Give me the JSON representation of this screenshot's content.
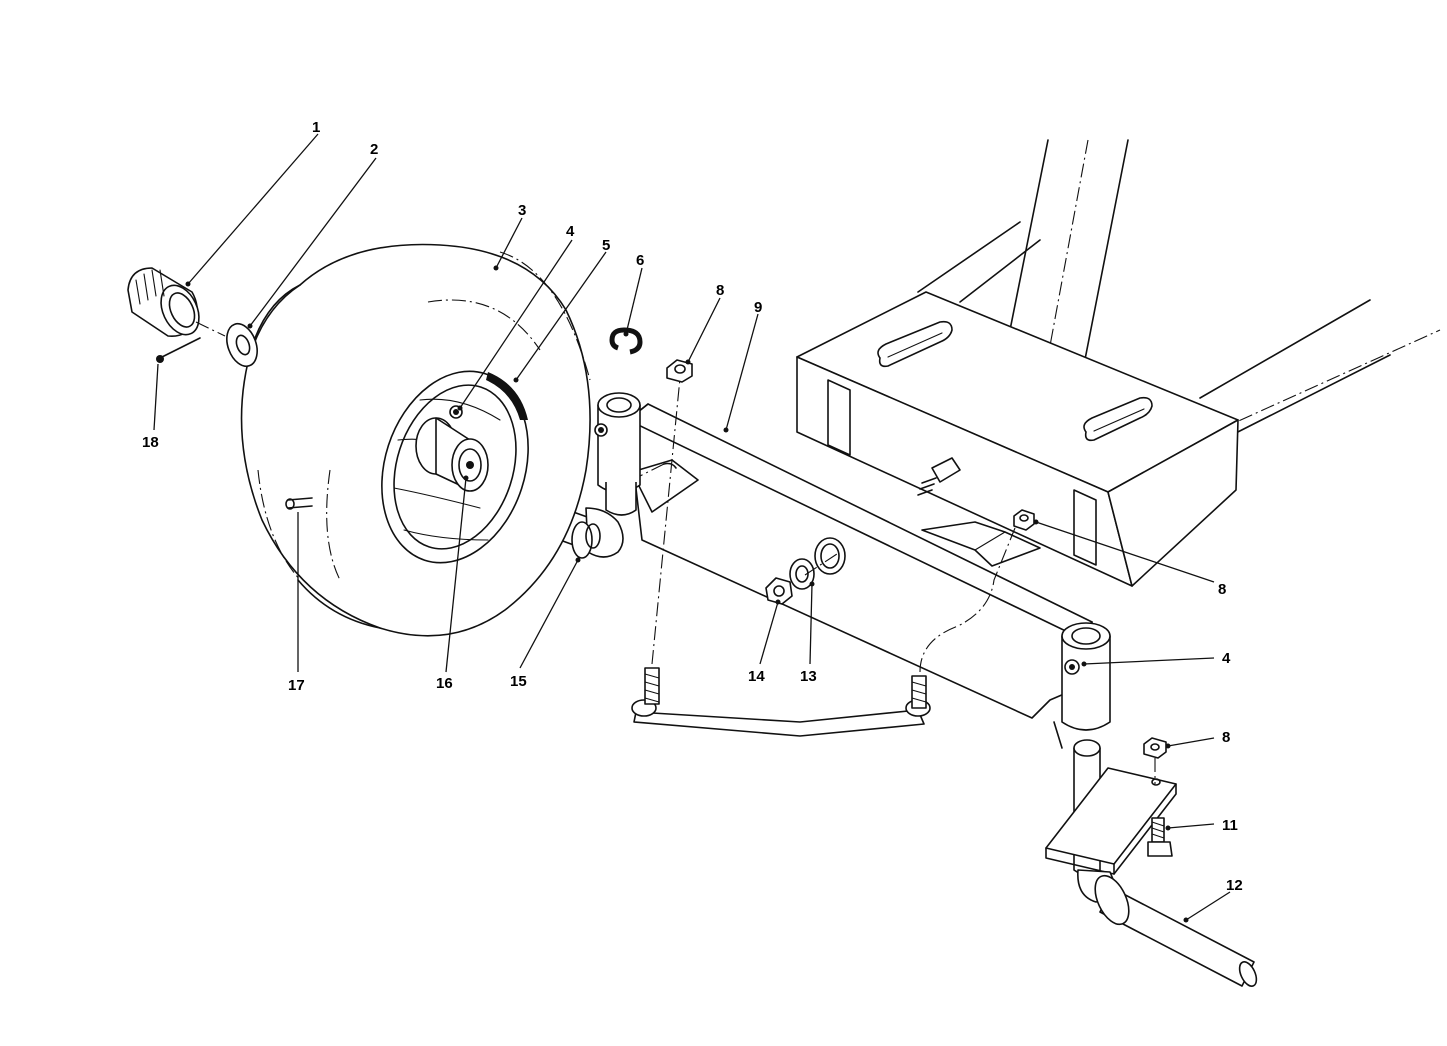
{
  "callouts": {
    "c1": "1",
    "c2": "2",
    "c3": "3",
    "c4a": "4",
    "c5": "5",
    "c6": "6",
    "c8a": "8",
    "c9": "9",
    "c18": "18",
    "c8b": "8",
    "c4b": "4",
    "c17": "17",
    "c16": "16",
    "c15": "15",
    "c14": "14",
    "c13": "13",
    "c8c": "8",
    "c11": "11",
    "c12": "12"
  }
}
